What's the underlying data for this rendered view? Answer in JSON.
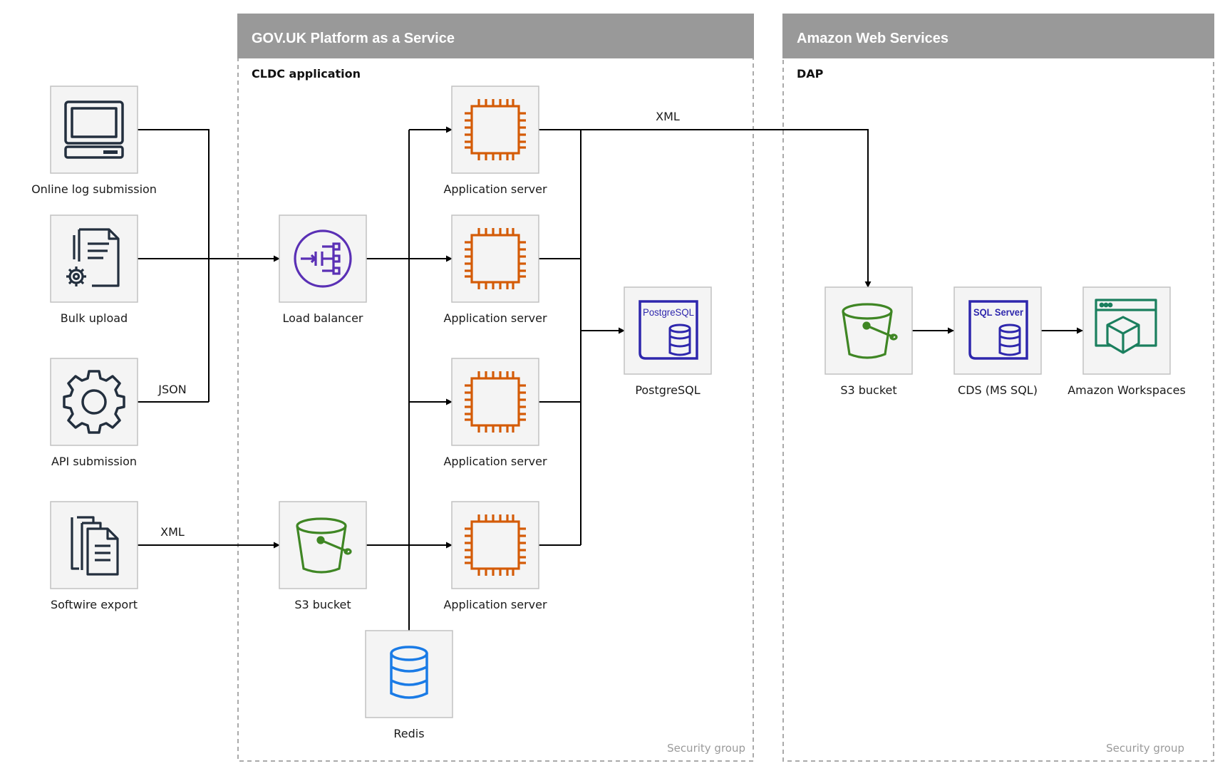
{
  "colors": {
    "header": "#999999",
    "aws_compute": "#d45b07",
    "aws_storage": "#3f8624",
    "aws_network": "#5a30b5",
    "aws_database": "#2e27ad",
    "aws_end_user": "#1b7f5e",
    "redis": "#1a7be6",
    "dark_icon": "#232f3e"
  },
  "groups": {
    "paas": {
      "title": "GOV.UK Platform as a Service",
      "subtitle": "CLDC application",
      "security": "Security group"
    },
    "aws": {
      "title": "Amazon Web Services",
      "subtitle": "DAP",
      "security": "Security group"
    }
  },
  "nodes": {
    "online_log": {
      "label": "Online log submission",
      "icon": "laptop-icon"
    },
    "bulk_upload": {
      "label": "Bulk upload",
      "icon": "document-gear-icon"
    },
    "api_submission": {
      "label": "API submission",
      "icon": "gear-icon"
    },
    "softwire_export": {
      "label": "Softwire export",
      "icon": "documents-icon"
    },
    "load_balancer": {
      "label": "Load balancer",
      "icon": "load-balancer-icon"
    },
    "s3_paas": {
      "label": "S3 bucket",
      "icon": "bucket-icon"
    },
    "app1": {
      "label": "Application server",
      "icon": "chip-icon"
    },
    "app2": {
      "label": "Application server",
      "icon": "chip-icon"
    },
    "app3": {
      "label": "Application server",
      "icon": "chip-icon"
    },
    "app4": {
      "label": "Application server",
      "icon": "chip-icon"
    },
    "redis": {
      "label": "Redis",
      "icon": "database-icon"
    },
    "postgres": {
      "label": "PostgreSQL",
      "icon": "postgresql-icon",
      "badge": "PostgreSQL"
    },
    "s3_aws": {
      "label": "S3 bucket",
      "icon": "bucket-icon"
    },
    "cds": {
      "label": "CDS (MS SQL)",
      "icon": "sql-server-icon",
      "badge": "SQL Server"
    },
    "workspaces": {
      "label": "Amazon Workspaces",
      "icon": "workspaces-icon"
    }
  },
  "edge_labels": {
    "api_json": "JSON",
    "softwire_xml": "XML",
    "app_to_s3_xml": "XML"
  }
}
